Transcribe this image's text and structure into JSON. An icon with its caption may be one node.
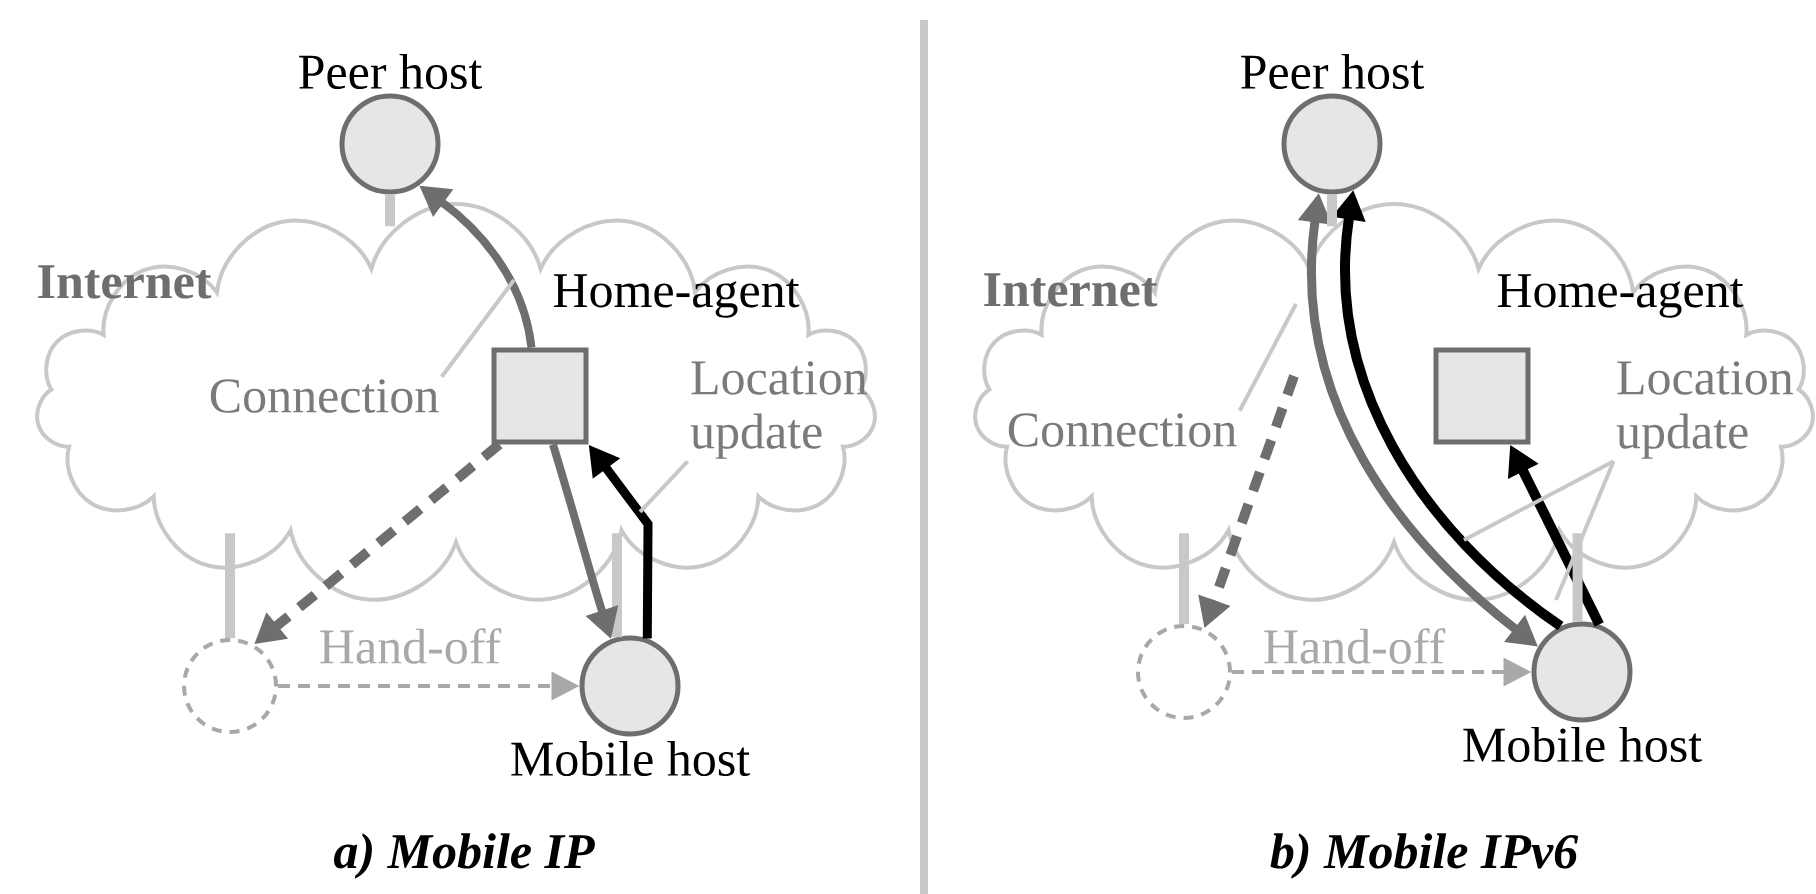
{
  "diagram": {
    "nodes": [
      {
        "text": [
          "Internet"
        ]
      },
      {
        "text": [
          "Peer host"
        ]
      },
      {
        "text": [
          "Home-agent"
        ],
        "in": 0
      },
      {
        "text": [],
        "shape": "circle"
      },
      {
        "text": [
          "Mobile host"
        ]
      },
      {
        "text": [
          "Connection"
        ],
        "in": 0
      },
      {
        "text": [
          "Location update"
        ],
        "in": 0
      },
      {
        "text": [
          "Internet"
        ]
      },
      {
        "text": [
          "Peer host"
        ]
      },
      {
        "text": [
          "Home-agent"
        ],
        "in": 7
      },
      {
        "text": [],
        "shape": "circle"
      },
      {
        "text": [
          "Mobile host"
        ]
      },
      {
        "text": [
          "Connection"
        ],
        "in": 7
      },
      {
        "text": [
          "Location update"
        ],
        "in": 7
      }
    ],
    "edges": [
      {
        "from": 2,
        "to": 1,
        "arrow": "to",
        "color": "#6e6e6e"
      },
      {
        "from": 4,
        "to": 2,
        "arrow": "to",
        "color": "#000000"
      },
      {
        "from": 2,
        "to": 3,
        "arrow": "to",
        "style": "dashed",
        "color": "#6e6e6e"
      },
      {
        "from": 3,
        "to": 4,
        "arrow": "to",
        "style": "dashed",
        "color": "#a8a8a8",
        "label": "Hand-off"
      },
      {
        "from": 5,
        "to": null,
        "arrow": "none"
      },
      {
        "from": 6,
        "to": null,
        "arrow": "none"
      },
      {
        "from": 1,
        "to": 0,
        "arrow": "none"
      },
      {
        "from": 3,
        "to": 0,
        "arrow": "none"
      },
      {
        "from": 4,
        "to": 0,
        "arrow": "none"
      },
      {
        "from": 11,
        "to": 8,
        "arrow": "both",
        "color": "#6e6e6e"
      },
      {
        "from": 11,
        "to": 8,
        "arrow": "to",
        "color": "#000000"
      },
      {
        "from": 11,
        "to": 9,
        "arrow": "to",
        "color": "#000000"
      },
      {
        "from": null,
        "to": 10,
        "arrow": "to",
        "style": "dashed",
        "color": "#6e6e6e"
      },
      {
        "from": 10,
        "to": 11,
        "arrow": "to",
        "style": "dashed",
        "color": "#a8a8a8",
        "label": "Hand-off"
      },
      {
        "from": 12,
        "to": null,
        "arrow": "none"
      },
      {
        "from": 13,
        "to": null,
        "arrow": "none"
      },
      {
        "from": 13,
        "to": null,
        "arrow": "none"
      },
      {
        "from": 8,
        "to": 7,
        "arrow": "none"
      },
      {
        "from": 10,
        "to": 7,
        "arrow": "none"
      },
      {
        "from": 11,
        "to": 7,
        "arrow": "none"
      },
      {
        "from": 2,
        "to": 4,
        "arrow": "to",
        "color": "#6e6e6e"
      }
    ],
    "labels": [
      "a) Mobile IP",
      "b) Mobile IPv6"
    ]
  }
}
